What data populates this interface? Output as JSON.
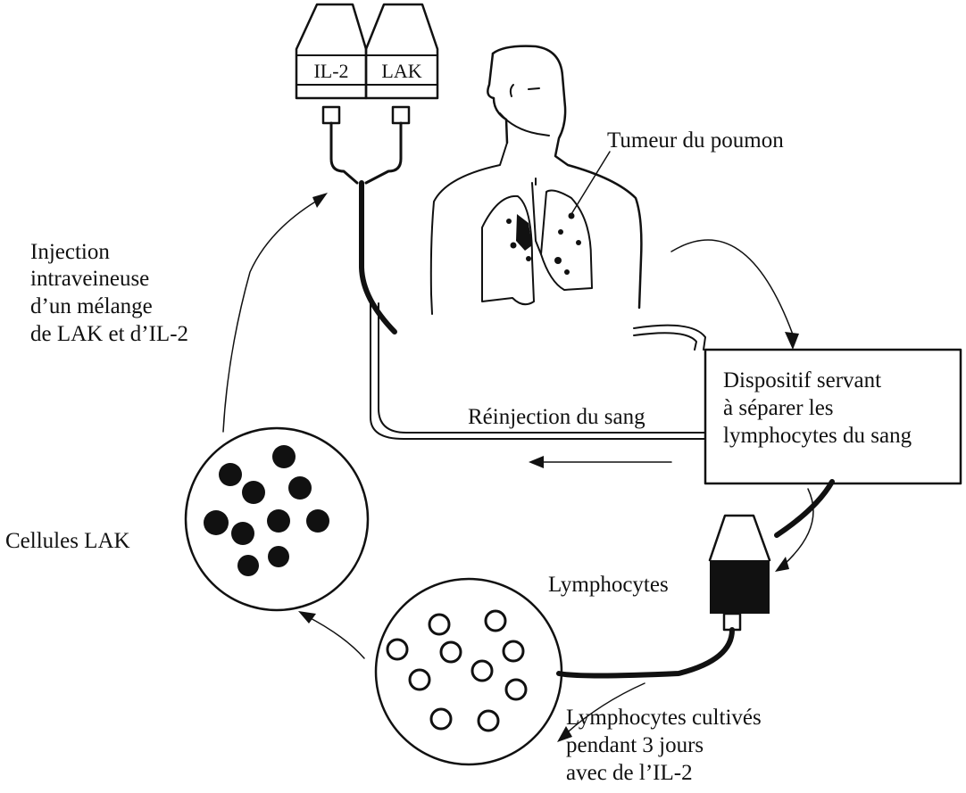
{
  "bags": {
    "left_label": "IL-2",
    "right_label": "LAK"
  },
  "labels": {
    "tumor": "Tumeur du poumon",
    "injection": [
      "Injection",
      "intraveineuse",
      "d’un mélange",
      "de LAK et d’IL-2"
    ],
    "reinjection": "Réinjection du sang",
    "device": [
      "Dispositif servant",
      "à séparer les",
      "lymphocytes du sang"
    ],
    "lak_cells": "Cellules LAK",
    "lymphocytes": "Lymphocytes",
    "cultured": [
      "Lymphocytes cultivés",
      "pendant 3 jours",
      "avec de l’IL-2"
    ]
  }
}
